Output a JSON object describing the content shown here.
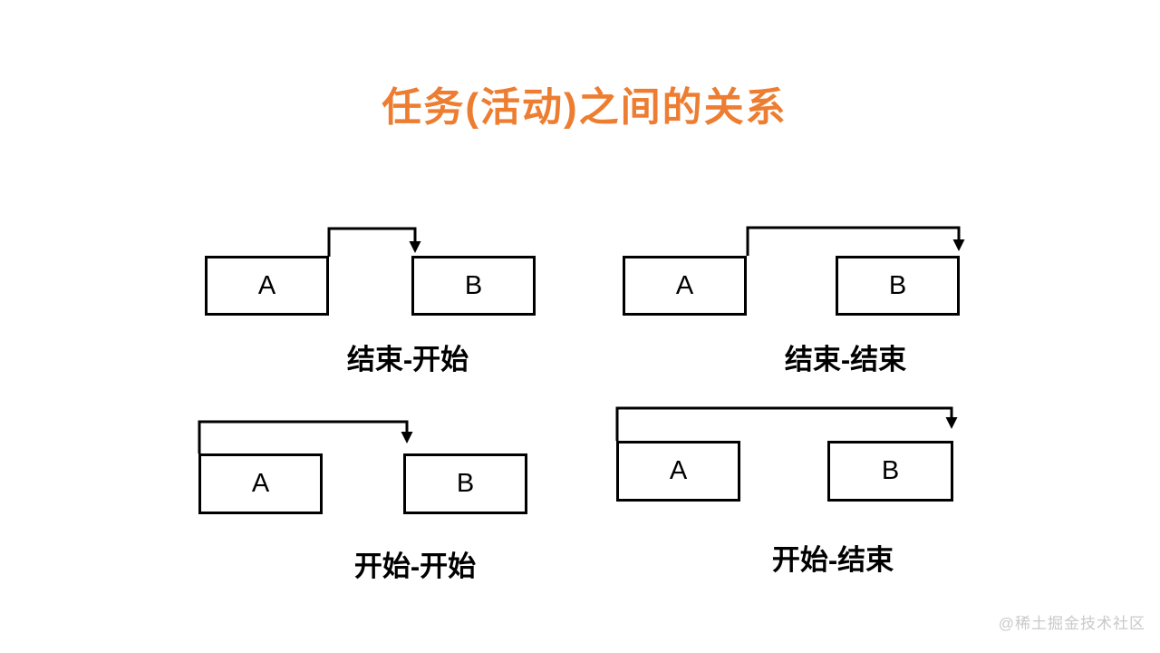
{
  "title": "任务(活动)之间的关系",
  "colors": {
    "title": "#ED7D31",
    "line": "#000000",
    "watermark": "#C9C9C9"
  },
  "diagrams": [
    {
      "id": "finish-start",
      "box_a": "A",
      "box_b": "B",
      "label": "结束-开始"
    },
    {
      "id": "finish-finish",
      "box_a": "A",
      "box_b": "B",
      "label": "结束-结束"
    },
    {
      "id": "start-start",
      "box_a": "A",
      "box_b": "B",
      "label": "开始-开始"
    },
    {
      "id": "start-finish",
      "box_a": "A",
      "box_b": "B",
      "label": "开始-结束"
    }
  ],
  "watermark": "@稀土掘金技术社区"
}
